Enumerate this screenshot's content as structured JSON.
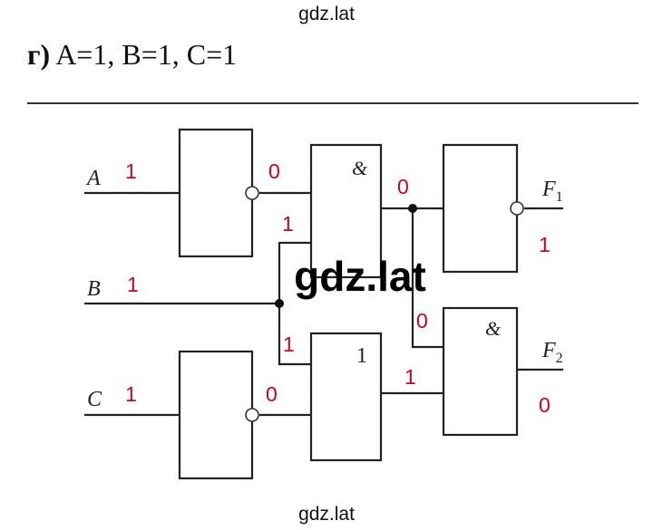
{
  "watermark": "gdz.lat",
  "heading": {
    "marker": "г)",
    "text": "A=1, B=1, C=1"
  },
  "inputs": {
    "a": "A",
    "b": "B",
    "c": "C"
  },
  "outputs": {
    "f1": {
      "letter": "F",
      "index": "1"
    },
    "f2": {
      "letter": "F",
      "index": "2"
    }
  },
  "gates": {
    "and_symbol": "&",
    "or_symbol": "1"
  },
  "values": {
    "a_in": "1",
    "b_in": "1",
    "c_in": "1",
    "not_a_out": "0",
    "b_to_and": "1",
    "and_out": "0",
    "f1_out": "1",
    "b_to_or": "1",
    "not_c_out": "0",
    "or_out": "1",
    "and_to_and2": "0",
    "f2_out": "0"
  }
}
